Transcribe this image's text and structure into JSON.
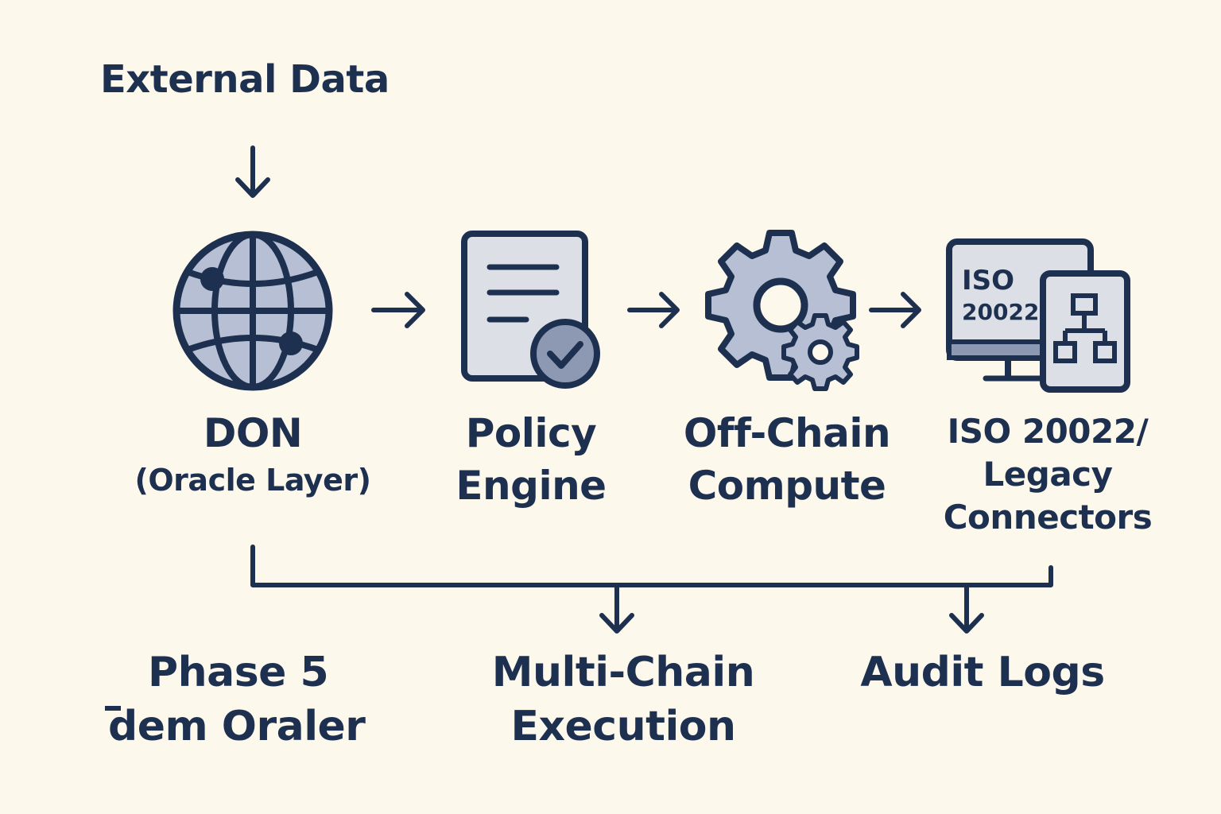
{
  "top": {
    "external_data": "External Data"
  },
  "nodes": {
    "don": {
      "title": "DON",
      "subtitle": "(Oracle Layer)",
      "icon": "globe-network-icon"
    },
    "policy": {
      "title_line1": "Policy",
      "title_line2": "Engine",
      "icon": "document-check-icon"
    },
    "offchain": {
      "title_line1": "Off-Chain",
      "title_line2": "Compute",
      "icon": "gears-icon"
    },
    "iso": {
      "title_line1": "ISO 20022/",
      "title_line2": "Legacy",
      "title_line3": "Connectors",
      "icon": "monitor-network-icon",
      "monitor_text_line1": "ISO",
      "monitor_text_line2": "20022"
    }
  },
  "outputs": {
    "phase5_line1": "Phase 5",
    "phase5_line2": "dem Oraler",
    "multichain_line1": "Multi-Chain",
    "multichain_line2": "Execution",
    "audit": "Audit Logs"
  },
  "colors": {
    "background": "#fdf8ec",
    "ink": "#1e3050",
    "icon_fill": "#b6bfd3",
    "icon_fill_light": "#dcdfe6"
  }
}
